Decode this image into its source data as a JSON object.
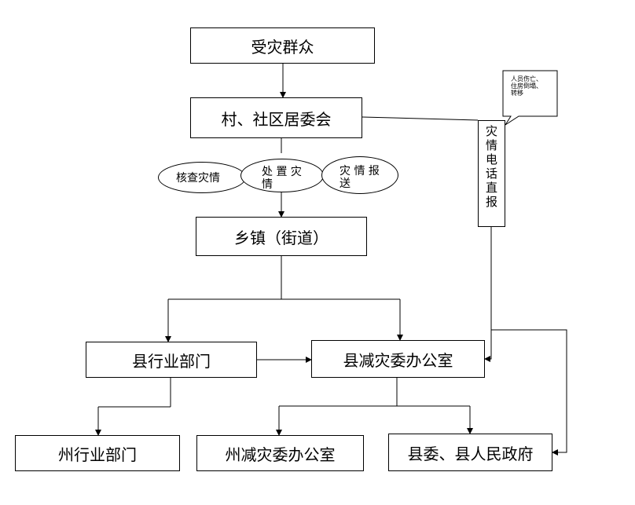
{
  "boxes": {
    "affected_public": "受灾群众",
    "village_committee": "村、社区居委会",
    "township": "乡镇（街道）",
    "county_departments": "县行业部门",
    "county_relief_office": "县减灾委办公室",
    "prefecture_departments": "州行业部门",
    "prefecture_relief_office": "州减灾委办公室",
    "county_government": "县委、县人民政府"
  },
  "ellipses": {
    "verify": "核查灾情",
    "handle_line1": "处 置 灾",
    "handle_line2": "情",
    "report_line1": "灾 情 报",
    "report_line2": "送"
  },
  "phone_report": [
    "灾",
    "情",
    "电",
    "话",
    "直",
    "报"
  ],
  "callout": {
    "line1": "人员伤亡、",
    "line2": "住房倒塌、",
    "line3": "转移"
  }
}
